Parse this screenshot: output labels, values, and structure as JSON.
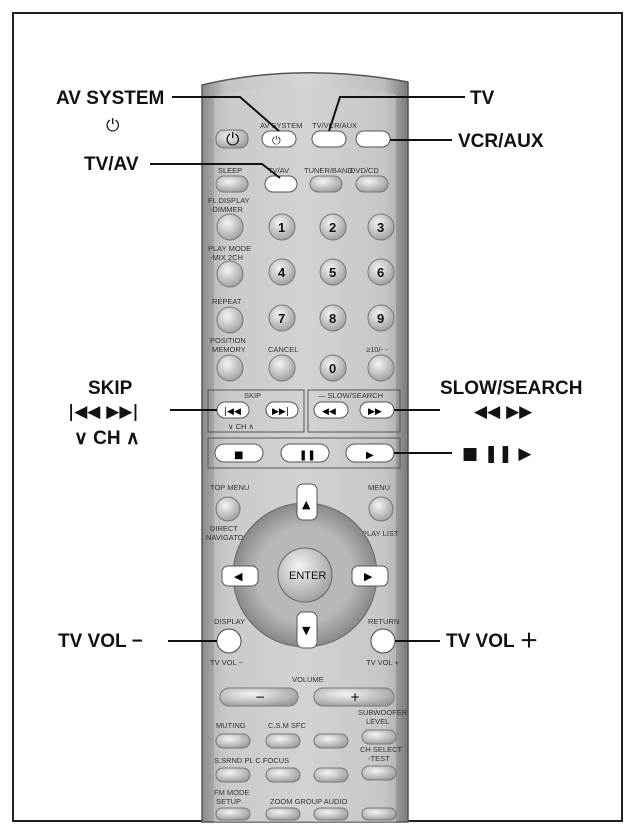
{
  "callouts": {
    "av_system": "AV SYSTEM",
    "power_symbol": "⏻",
    "tv": "TV",
    "vcr_aux": "VCR/AUX",
    "tv_av": "TV/AV",
    "skip": "SKIP",
    "skip_symbols": "|◀◀  ▶▶|",
    "ch": "∨ CH ∧",
    "slow_search": "SLOW/SEARCH",
    "slow_symbols": "◀◀  ▶▶",
    "transport_symbols": "■  ❚❚  ▶",
    "tv_vol_minus": "TV VOL −",
    "tv_vol_plus": "TV VOL ＋"
  },
  "remote_labels": {
    "av_system": "AV SYSTEM",
    "tv_vcr_aux": "TV/VCR/AUX",
    "sleep": "SLEEP",
    "tv_av": "TV/AV",
    "tuner_band": "TUNER/BAND",
    "dvd_cd": "DVD/CD",
    "fl_display_1": "FL DISPLAY",
    "fl_display_2": "-DIMMER",
    "play_mode_1": "PLAY MODE",
    "play_mode_2": "-MIX 2CH",
    "repeat": "REPEAT",
    "position_1": "POSITION",
    "position_2": "MEMORY",
    "cancel": "CANCEL",
    "ge10": "≥10/- -",
    "skip": "SKIP",
    "ch": "∨   CH   ∧",
    "slow_search": "— SLOW/SEARCH",
    "top_menu": "TOP MENU",
    "menu": "MENU",
    "direct_1": "DIRECT",
    "direct_2": "NAVIGATOR",
    "play_list": "PLAY LIST",
    "enter": "ENTER",
    "display": "DISPLAY",
    "return": "RETURN",
    "tv_vol_minus": "TV VOL −",
    "tv_vol_plus": "TV VOL +",
    "volume": "VOLUME",
    "vol_minus": "−",
    "vol_plus": "+",
    "muting": "MUTING",
    "csm_sfc": "C.S.M SFC",
    "subwoofer_1": "SUBWOOFER",
    "subwoofer_2": "LEVEL",
    "ch_select_1": "CH SELECT",
    "ch_select_2": "-TEST",
    "s_srnd": "S.SRND PL C.FOCUS",
    "fm_mode_1": "FM MODE",
    "fm_mode_2": "SETUP",
    "zoom": "ZOOM GROUP AUDIO"
  },
  "digits": [
    "1",
    "2",
    "3",
    "4",
    "5",
    "6",
    "7",
    "8",
    "9",
    "0"
  ]
}
